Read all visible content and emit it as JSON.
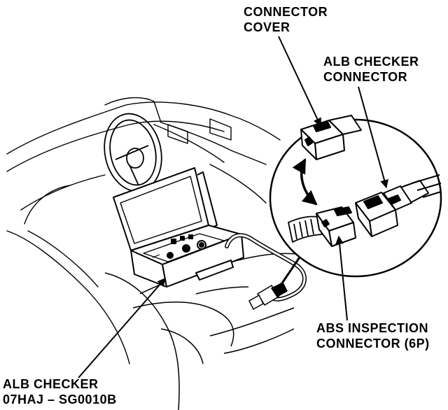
{
  "colors": {
    "ink": "#000000",
    "paper": "#ffffff"
  },
  "labels": {
    "connector_cover": {
      "line1": "CONNECTOR",
      "line2": "COVER"
    },
    "alb_checker_connector": {
      "line1": "ALB CHECKER",
      "line2": "CONNECTOR"
    },
    "abs_inspection_connector": {
      "line1": "ABS INSPECTION",
      "line2": "CONNECTOR (6P)"
    },
    "alb_checker": {
      "line1": "ALB CHECKER",
      "line2": "07HAJ – SG0010B"
    }
  }
}
